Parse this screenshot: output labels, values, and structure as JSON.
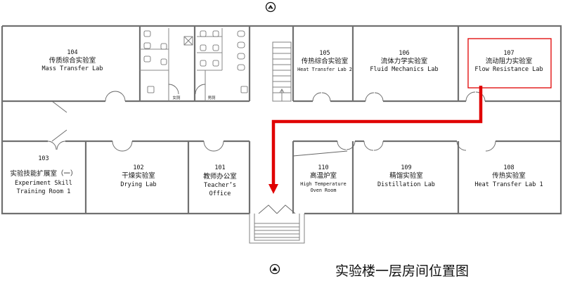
{
  "title": "实验楼一层房间位置图",
  "highlight_color": "#e00000",
  "icons": {
    "north_symbol": "north-arrow-icon"
  },
  "rooms": {
    "r104": {
      "number": "104",
      "name_cn": "传质综合实验室",
      "name_en": "Mass Transfer Lab"
    },
    "r105": {
      "number": "105",
      "name_cn": "传热综合实验室",
      "name_en": "Heat Transfer Lab 2"
    },
    "r106": {
      "number": "106",
      "name_cn": "流体力学实验室",
      "name_en": "Fluid Mechanics Lab"
    },
    "r107": {
      "number": "107",
      "name_cn": "流动阻力实验室",
      "name_en": "Flow Resistance Lab"
    },
    "r103": {
      "number": "103",
      "name_cn": "实验技能扩展室（一）",
      "name_en_1": "Experiment Skill",
      "name_en_2": "Training Room 1"
    },
    "r102": {
      "number": "102",
      "name_cn": "干燥实验室",
      "name_en": "Drying Lab"
    },
    "r101": {
      "number": "101",
      "name_cn": "教师办公室",
      "name_en_1": "Teacher’s",
      "name_en_2": "Office"
    },
    "r110": {
      "number": "110",
      "name_cn": "高温炉室",
      "name_en_1": "High Temperature",
      "name_en_2": "Oven Room"
    },
    "r109": {
      "number": "109",
      "name_cn": "精馏实验室",
      "name_en": "Distillation Lab"
    },
    "r108": {
      "number": "108",
      "name_cn": "传热实验室",
      "name_en": "Heat Transfer Lab 1"
    }
  },
  "restrooms": {
    "womens": "女厕",
    "mens": "男厕"
  }
}
